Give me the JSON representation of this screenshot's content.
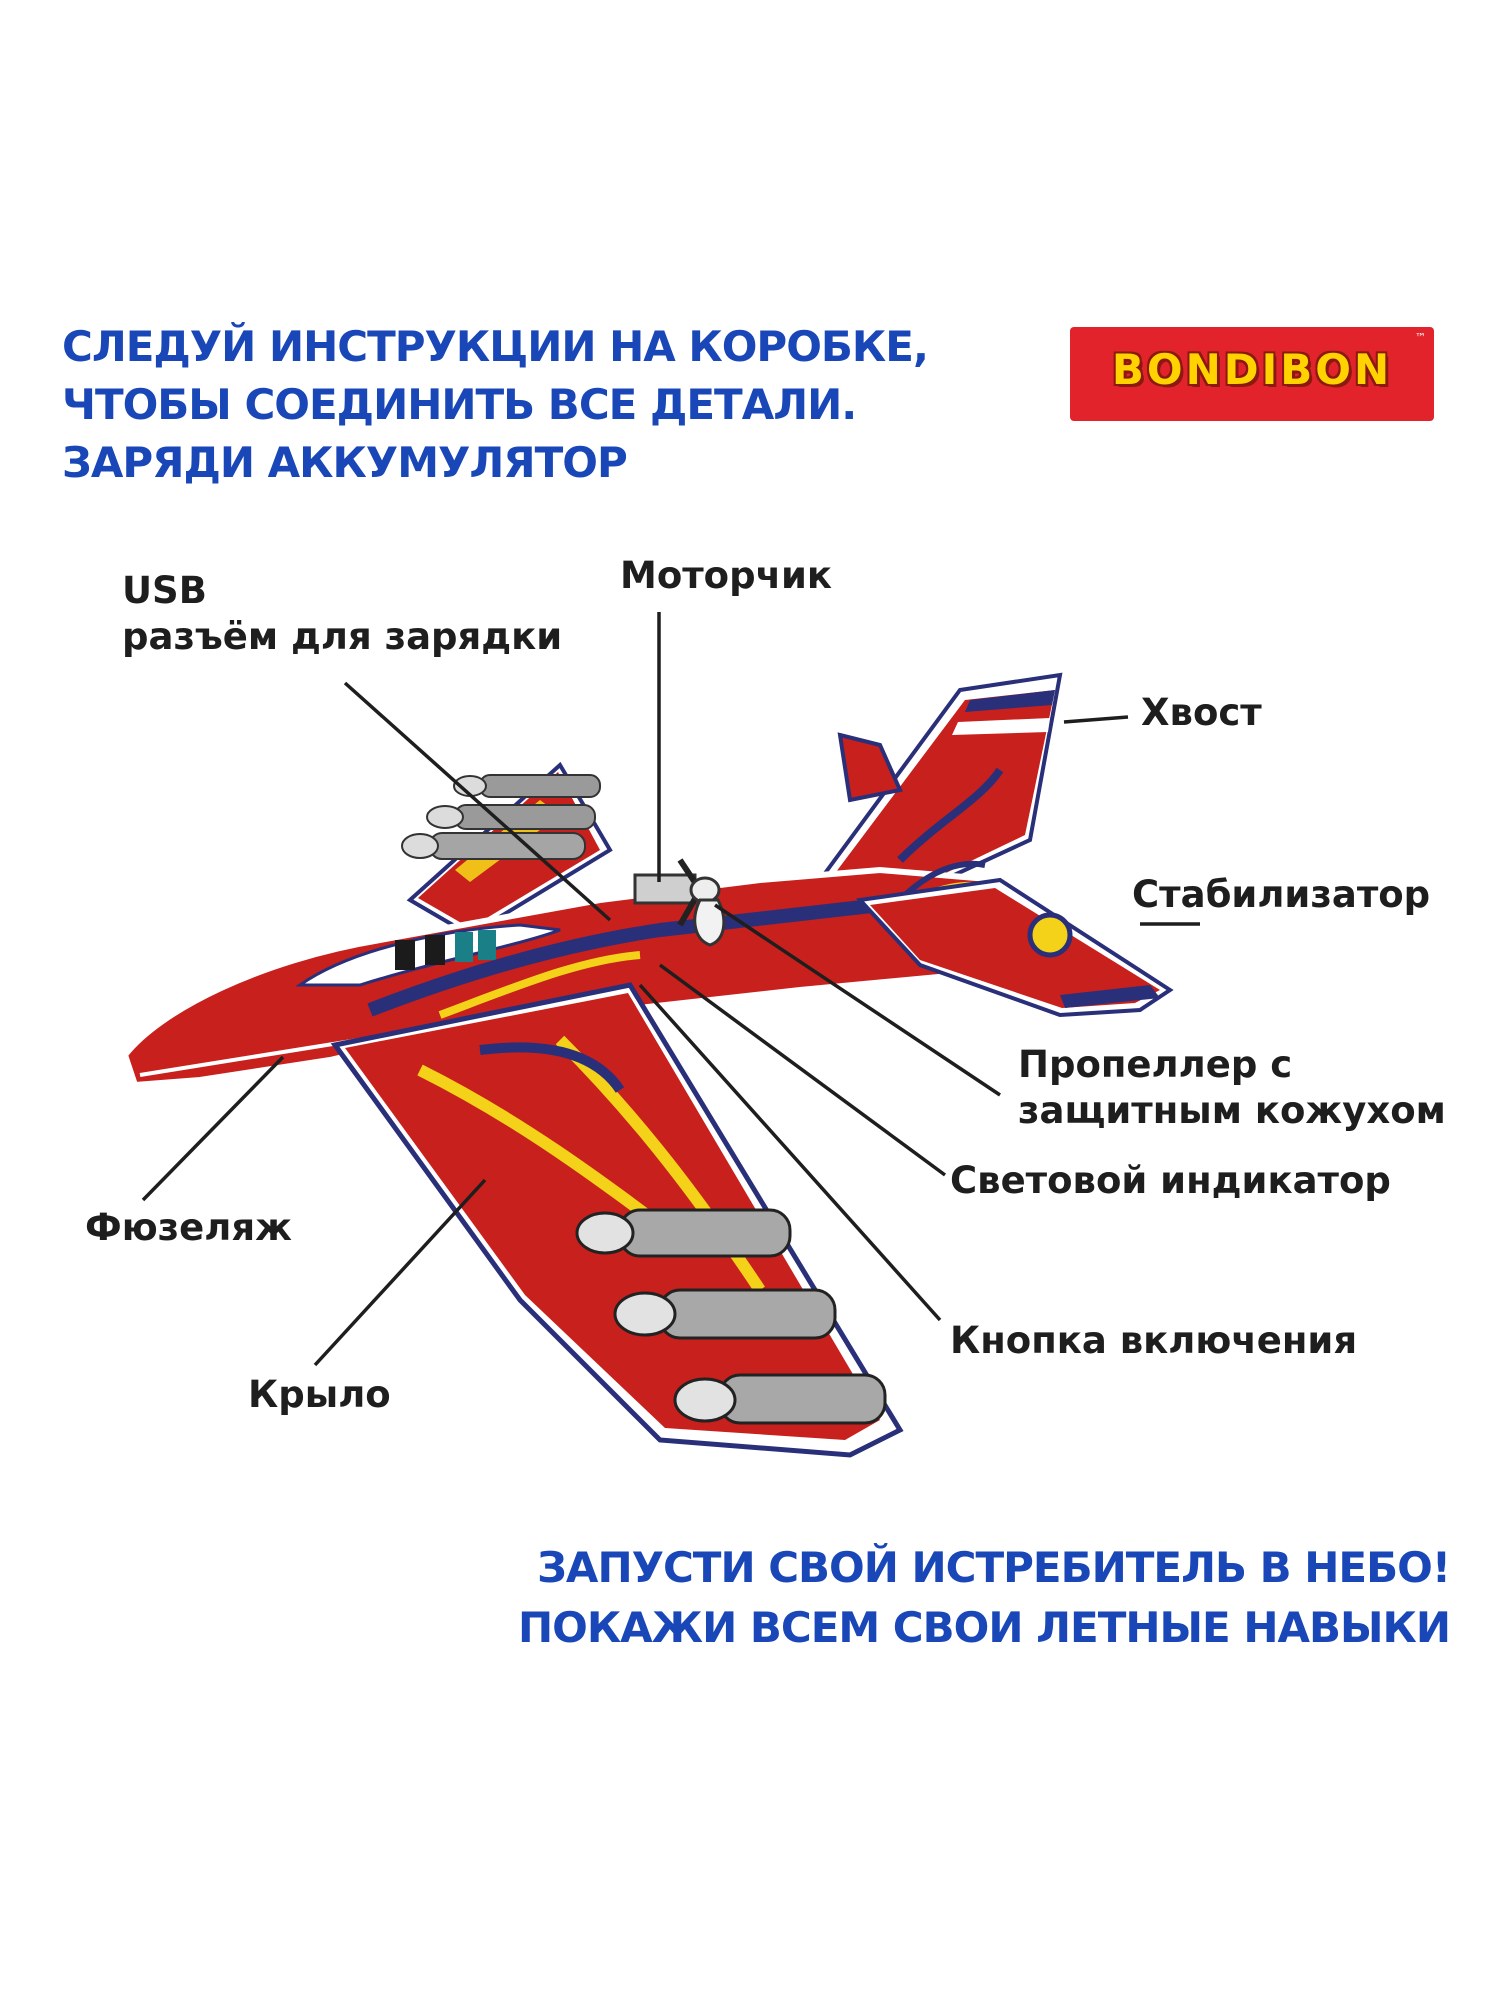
{
  "header": {
    "lines": [
      "СЛЕДУЙ ИНСТРУКЦИИ НА КОРОБКЕ,",
      "ЧТОБЫ СОЕДИНИТЬ ВСЕ ДЕТАЛИ.",
      "ЗАРЯДИ АККУМУЛЯТОР"
    ]
  },
  "logo": {
    "text": "BONDIBON",
    "tm": "™"
  },
  "labels": {
    "usb_line1": "USB",
    "usb_line2": "разъём для зарядки",
    "motor": "Моторчик",
    "tail": "Хвост",
    "stabilizer": "Стабилизатор",
    "propeller_line1": "Пропеллер с",
    "propeller_line2": "защитным кожухом",
    "indicator": "Световой индикатор",
    "fuselage": "Фюзеляж",
    "power_button": "Кнопка включения",
    "wing": "Крыло"
  },
  "footer": {
    "lines": [
      "ЗАПУСТИ СВОЙ ИСТРЕБИТЕЛЬ В НЕБО!",
      "ПОКАЖИ ВСЕМ СВОИ ЛЕТНЫЕ НАВЫКИ"
    ]
  },
  "colors": {
    "headline": "#1a47b8",
    "logo_bg": "#e3232b",
    "logo_text": "#ffd200",
    "plane_red": "#c8201c",
    "plane_navy": "#2a2f7a",
    "plane_yellow": "#f4d21a"
  }
}
